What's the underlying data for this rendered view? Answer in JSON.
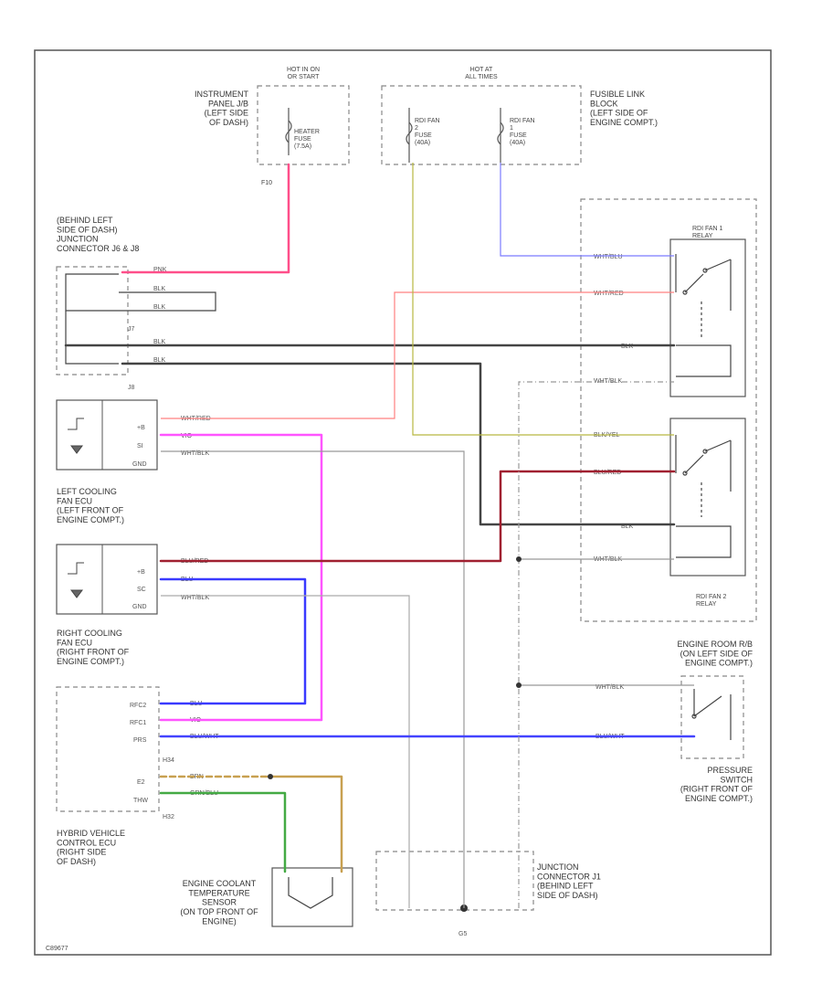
{
  "diagram": {
    "components": {
      "instrument_panel_jb": "INSTRUMENT\nPANEL J/B\n(LEFT SIDE\nOF DASH)",
      "hot_in_on": "HOT IN ON\nOR START",
      "heater_fuse": "HEATER\nFUSE\n(7.5A)",
      "hot_at_all_times": "HOT AT\nALL TIMES",
      "rdi_fan2_fuse": "RDI FAN\n2\nFUSE\n(40A)",
      "rdi_fan1_fuse": "RDI FAN\n1\nFUSE\n(40A)",
      "fusible_link_block": "FUSIBLE LINK\nBLOCK\n(LEFT SIDE OF\nENGINE COMPT.)",
      "jc_behind_left": "(BEHIND LEFT\nSIDE OF DASH)\nJUNCTION\nCONNECTOR J6 & J8",
      "rdi_fan1_relay": "RDI FAN 1\nRELAY",
      "rdi_fan2_relay": "RDI FAN 2\nRELAY",
      "left_cooling_fan_ecu": "LEFT COOLING\nFAN ECU\n(LEFT FRONT OF\nENGINE COMPT.)",
      "right_cooling_fan_ecu": "RIGHT COOLING\nFAN ECU\n(RIGHT FRONT OF\nENGINE COMPT.)",
      "engine_room_rb": "ENGINE ROOM R/B\n(ON LEFT SIDE OF\nENGINE COMPT.)",
      "pressure_switch": "PRESSURE\nSWITCH\n(RIGHT FRONT OF\nENGINE COMPT.)",
      "hybrid_ecu": "HYBRID VEHICLE\nCONTROL ECU\n(RIGHT SIDE\nOF DASH)",
      "ect_sensor": "ENGINE COOLANT\nTEMPERATURE\nSENSOR\n(ON TOP FRONT OF\nENGINE)",
      "jc_j1": "JUNCTION\nCONNECTOR J1\n(BEHIND LEFT\nSIDE OF DASH)"
    },
    "connectors": {
      "f10": "F10",
      "j7": "J7",
      "j8": "J8",
      "h34": "H34",
      "h32": "H32",
      "ground": "G5"
    },
    "pins": {
      "plus_b": "+B",
      "si": "SI",
      "gnd": "GND",
      "sc": "SC",
      "rfc2": "RFC2",
      "rfc1": "RFC1",
      "prs": "PRS",
      "e2": "E2",
      "thw": "THW"
    },
    "wires": {
      "pnk": "PNK",
      "blk": "BLK",
      "wht_red": "WHT/RED",
      "vio": "VIO",
      "wht_blk": "WHT/BLK",
      "blu_red": "BLU/RED",
      "blu": "BLU",
      "blu_wht": "BLU/WHT",
      "brn": "BRN",
      "grn_blu": "GRN/BLU",
      "blk_yel": "BLK/YEL",
      "wht_blu": "WHT/BLU"
    },
    "footer": "C89677"
  },
  "colors": {
    "pink_wire": "#ff4f8a",
    "red_wire": "#c8202e",
    "violet_wire": "#ff55ff",
    "blue_wire": "#3a3aff",
    "light_blue_wire": "#7b7bff",
    "yellow_wire": "#b8b840",
    "brown_wire": "#c8a050",
    "green_wire": "#44aa44",
    "black_wire": "#444444",
    "gray_wire": "#999999"
  }
}
